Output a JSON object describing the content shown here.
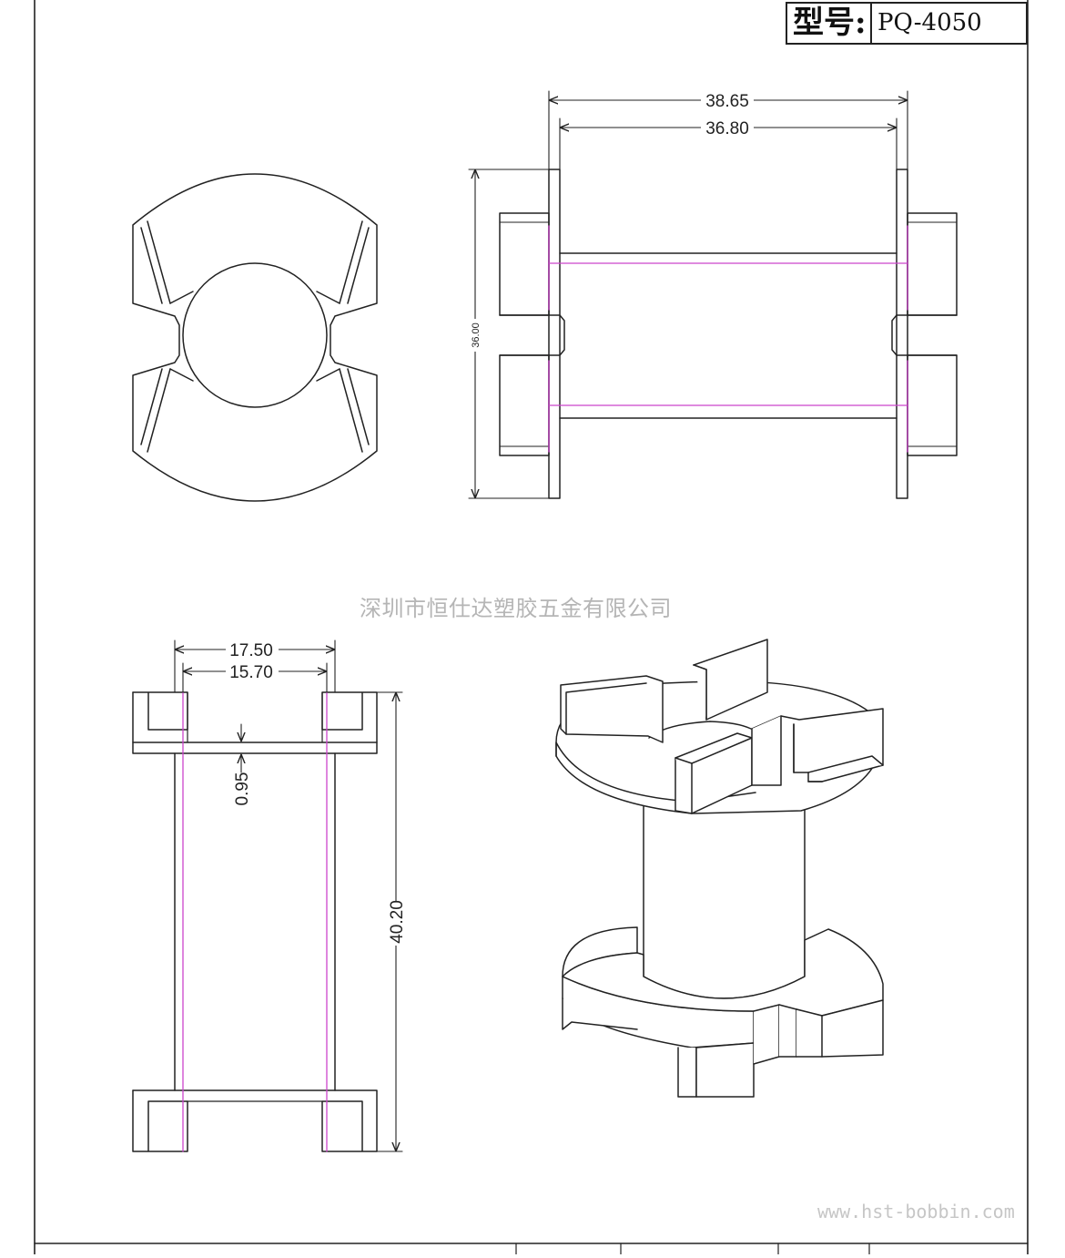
{
  "title_block": {
    "label": "型号:",
    "model": "PQ-4050"
  },
  "watermark": {
    "company": "深圳市恒仕达塑胶五金有限公司",
    "website": "www.hst-bobbin.com"
  },
  "dimensions": {
    "top_overall_width": "38.65",
    "top_inner_width": "36.80",
    "top_height": "36.00",
    "bottom_overall_width": "17.50",
    "bottom_inner_width": "15.70",
    "bottom_wall": "0.95",
    "bottom_height": "40.20"
  },
  "colors": {
    "line": "#222222",
    "highlight": "#cc44cc",
    "watermark": "#b5b5b5"
  }
}
